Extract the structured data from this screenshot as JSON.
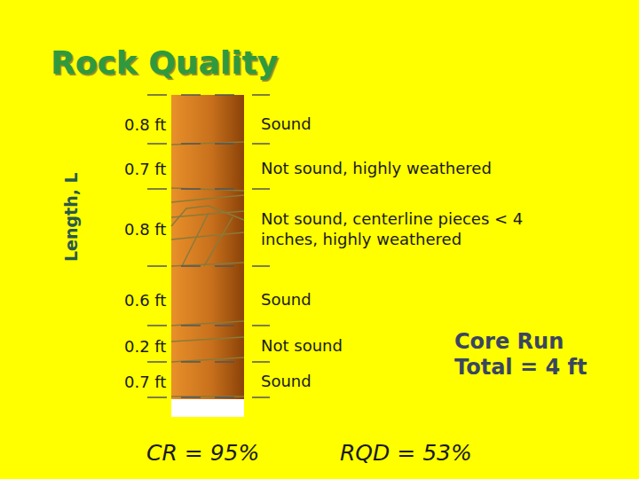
{
  "diagram": {
    "title": "Rock Quality",
    "labels": [
      "Length, L",
      "0.8 ft",
      "Sound",
      "0.7 ft",
      "Not sound, highly weathered",
      "0.8 ft",
      "Not sound, centerline pieces < 4 inches, highly weathered",
      "0.6 ft",
      "Sound",
      "0.2 ft",
      "Not sound",
      "0.7 ft",
      "Sound",
      "Core Run Total = 4 ft",
      "CR = 95%",
      "RQD = 53%"
    ]
  }
}
